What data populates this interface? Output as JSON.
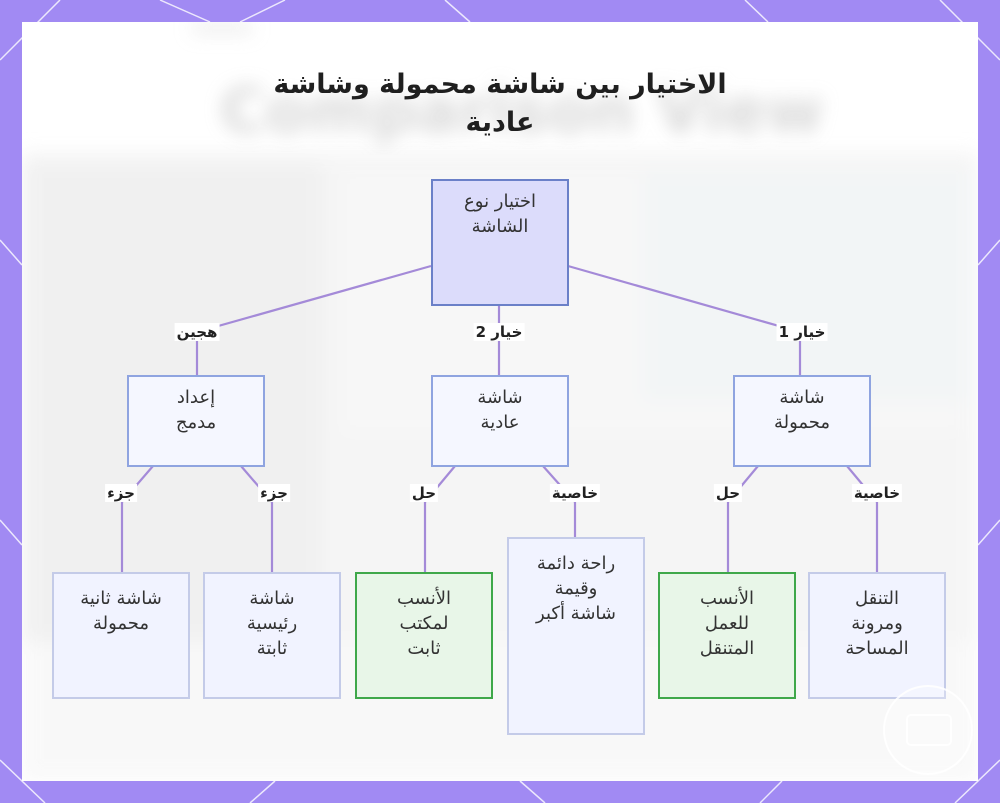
{
  "title": "الاختيار بين شاشة محمولة وشاشة\nعادية",
  "background_word": "Comparison View",
  "nodes": {
    "root": "اختيار نوع\nالشاشة",
    "portable": "شاشة\nمحمولة",
    "regular": "شاشة\nعادية",
    "hybrid": "إعداد\nمدمج",
    "portable_trait": "التنقل\nومرونة\nالمساحة",
    "portable_solution": "الأنسب\nللعمل\nالمتنقل",
    "regular_trait": "راحة دائمة\nوقيمة\nشاشة أكبر",
    "regular_solution": "الأنسب\nلمكتب\nثابت",
    "hybrid_main": "شاشة\nرئيسية\nثابتة",
    "hybrid_second": "شاشة ثانية\nمحمولة"
  },
  "edges": {
    "option1": "خيار 1",
    "option2": "خيار 2",
    "hybrid": "هجين",
    "trait_portable": "خاصية",
    "solution_portable": "حل",
    "trait_regular": "خاصية",
    "solution_regular": "حل",
    "part_main": "جزء",
    "part_second": "جزء"
  },
  "colors": {
    "frame": "#a18af3",
    "edge": "#a48ad8",
    "root_fill": "#dcdcfb",
    "solution_border": "#3fa84a"
  }
}
